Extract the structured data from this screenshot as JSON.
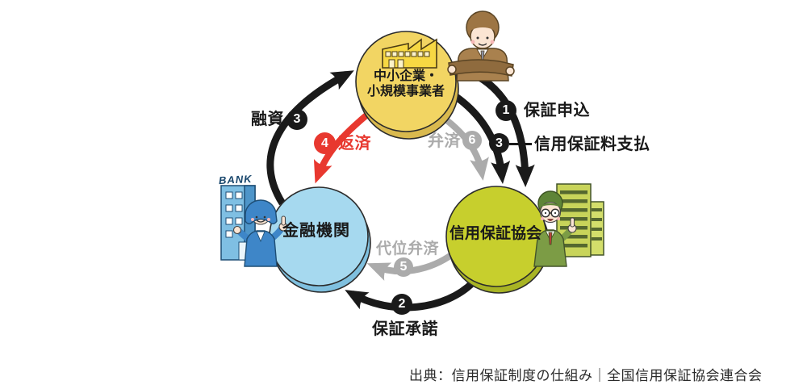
{
  "source": {
    "text": "出典：信用保証制度の仕組み｜全国信用保証協会連合会"
  },
  "nodes": {
    "sme": {
      "line1": "中小企業・",
      "line2": "小規模事業者"
    },
    "bank": {
      "label": "金融機関",
      "sign": "BANK"
    },
    "cga": {
      "label": "信用保証協会"
    }
  },
  "flows": {
    "application": {
      "step": "1",
      "label": "保証申込"
    },
    "approval": {
      "step": "2",
      "label": "保証承諾"
    },
    "loan": {
      "step": "3",
      "label": "融資"
    },
    "fee": {
      "step": "3",
      "label": "信用保証料支払"
    },
    "repayment": {
      "step": "4",
      "label": "返済"
    },
    "subrogation": {
      "step": "5",
      "label": "代位弁済"
    },
    "reimbursement": {
      "step": "6",
      "label": "弁済"
    }
  },
  "colors": {
    "arrow_black": "#1A1A1A",
    "arrow_red": "#E8382F",
    "arrow_gray": "#ABABAB",
    "sme_fill": "#F2D563",
    "bank_fill": "#A6D9EF",
    "cga_fill": "#C7CF2D"
  }
}
